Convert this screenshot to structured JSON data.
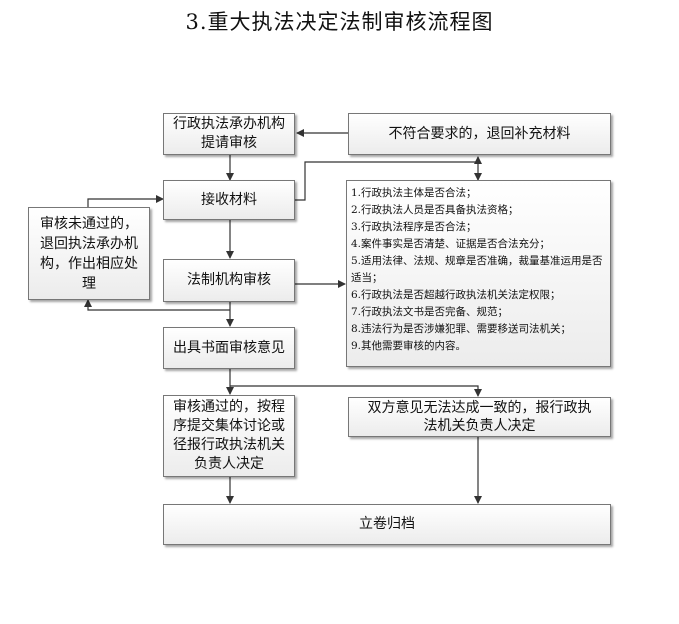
{
  "title": "3.重大执法决定法制审核流程图",
  "nodes": {
    "submit": "行政执法承办机构\n提请审核",
    "return_supplement": "不符合要求的，退回补充材料",
    "receive": "接收材料",
    "failed_return": "审核未通过的，\n退回执法承办机\n构，作出相应处\n理",
    "legal_review": "法制机构审核",
    "written_opinion": "出具书面审核意见",
    "passed": "审核通过的，按程\n序提交集体讨论或\n径报行政执法机关\n负责人决定",
    "disagree": "双方意见无法达成一致的，报行政执\n法机关负责人决定",
    "archive": "立卷归档"
  },
  "review_items": [
    "1.行政执法主体是否合法；",
    "2.行政执法人员是否具备执法资格；",
    "3.行政执法程序是否合法；",
    "4.案件事实是否清楚、证据是否合法充分；",
    "5.适用法律、法规、规章是否准确，裁量基准运用是否适当；",
    "6.行政执法是否超越行政执法机关法定权限；",
    "7.行政执法文书是否完备、规范；",
    "8.违法行为是否涉嫌犯罪、需要移送司法机关；",
    "9.其他需要审核的内容。"
  ]
}
